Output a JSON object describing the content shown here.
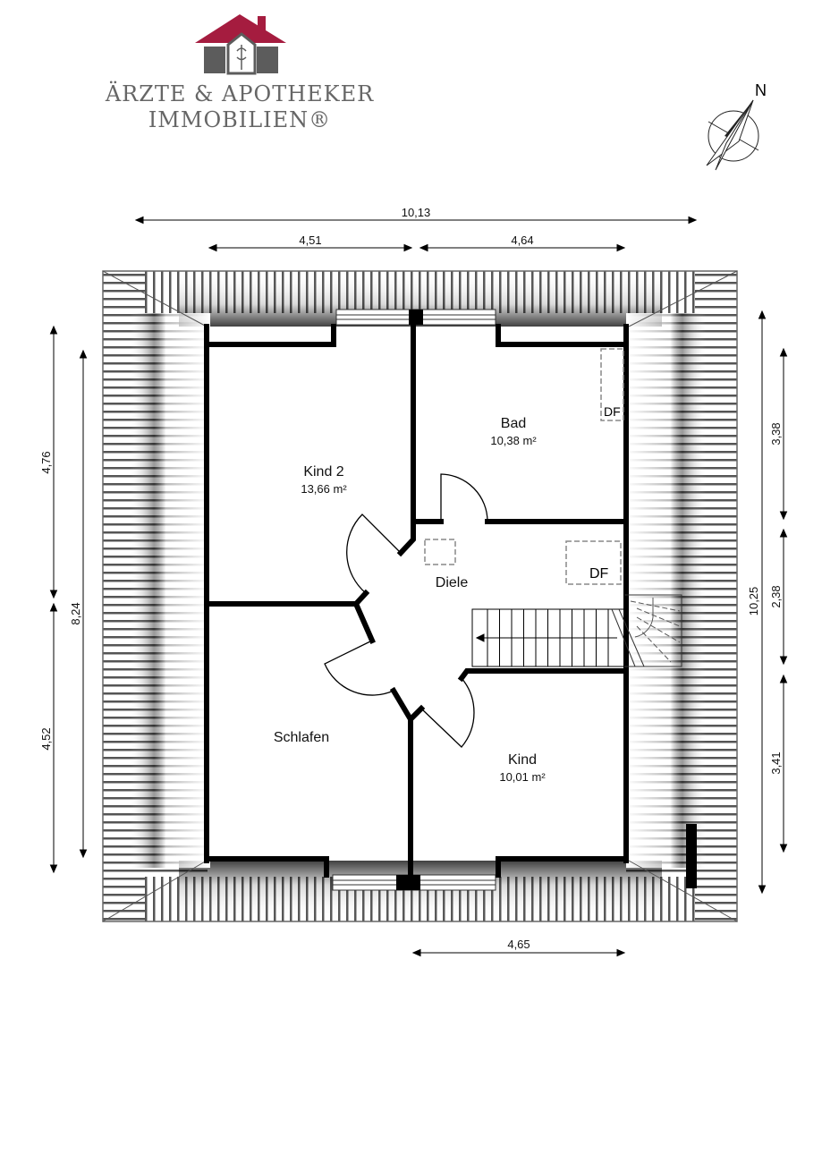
{
  "logo": {
    "line1": "ÄRZTE & APOTHEKER",
    "line2": "IMMOBILIEN®",
    "roof_color": "#a51c3f",
    "body_color": "#5c5c5c"
  },
  "compass": {
    "label": "N"
  },
  "rooms": [
    {
      "name": "Kind 2",
      "area": "13,66 m²"
    },
    {
      "name": "Bad",
      "area": "10,38 m²"
    },
    {
      "name": "Diele",
      "area": ""
    },
    {
      "name": "Schlafen",
      "area": ""
    },
    {
      "name": "Kind",
      "area": "10,01 m²"
    }
  ],
  "skylights": [
    "DF",
    "DF"
  ],
  "dimensions": {
    "top_total": "10,13",
    "top_left": "4,51",
    "top_right": "4,64",
    "bottom": "4,65",
    "left_upper": "4,76",
    "left_lower": "4,52",
    "left_total": "8,24",
    "right_total": "10,25",
    "right_upper": "3,38",
    "right_middle": "2,38",
    "right_lower": "3,41"
  }
}
